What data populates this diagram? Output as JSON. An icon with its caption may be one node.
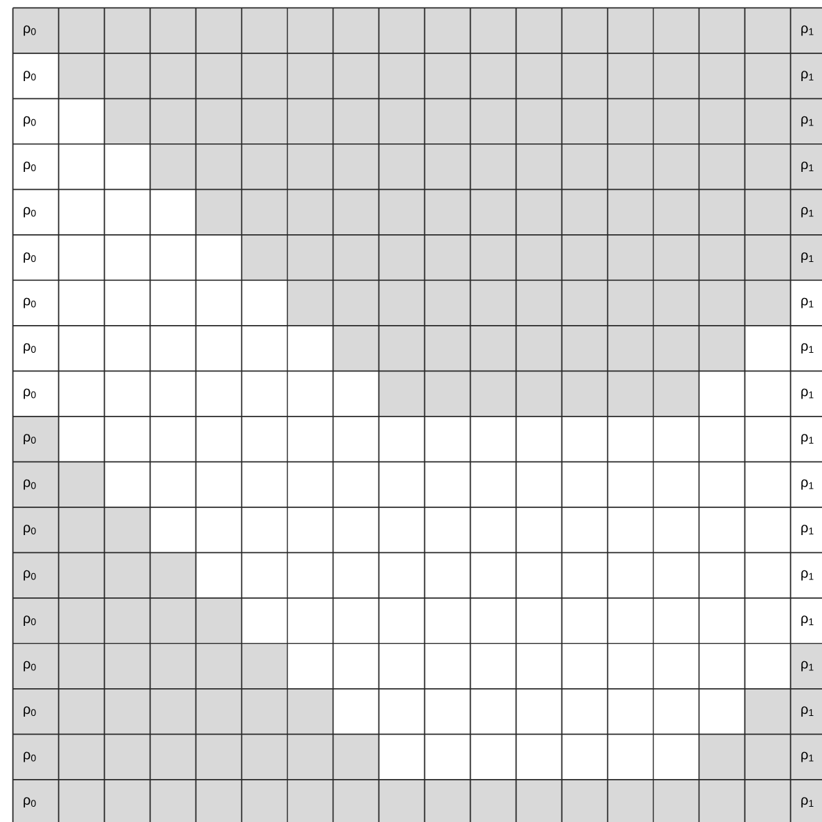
{
  "diagram": {
    "labels": [
      "ρ$_{0}$",
      "ρ$_{1}$",
      "ρ$_{0}$",
      "ρ$_{1}$",
      "ρ$_{0}$",
      "ρ$_{1}$",
      "ρ$_{0}$",
      "ρ$_{1}$",
      "ρ$_{0}$",
      "ρ$_{1}$",
      "ρ$_{0}$",
      "ρ$_{1}$",
      "ρ$_{0}$",
      "ρ$_{1}$",
      "ρ$_{0}$",
      "ρ$_{1}$",
      "ρ$_{0}$",
      "ρ$_{1}$",
      "ρ$_{0}$",
      "ρ$_{1}$",
      "ρ$_{0}$",
      "ρ$_{1}$",
      "ρ$_{0}$",
      "ρ$_{1}$",
      "ρ$_{0}$",
      "ρ$_{1}$",
      "ρ$_{0}$",
      "ρ$_{1}$",
      "ρ$_{0}$",
      "ρ$_{1}$",
      "ρ$_{0}$",
      "ρ$_{1}$",
      "ρ$_{0}$",
      "ρ$_{1}$",
      "ρ$_{0}$",
      "ρ$_{1}$"
    ]
  }
}
